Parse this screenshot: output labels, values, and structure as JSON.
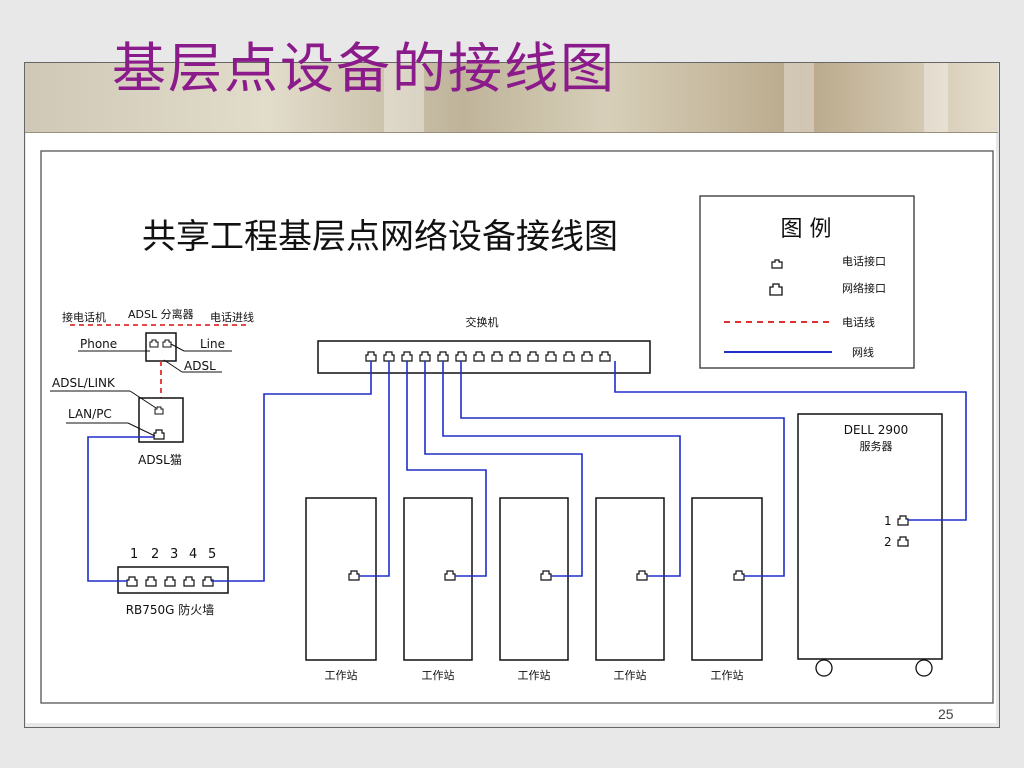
{
  "slide": {
    "title": "基层点设备的接线图",
    "page_number": "25"
  },
  "diagram": {
    "title": "共享工程基层点网络设备接线图",
    "legend": {
      "title": "图    例",
      "phone_port": "电话接口",
      "network_port": "网络接口",
      "phone_line": "电话线",
      "network_line": "网线",
      "colors": {
        "phone_line": "#e03030",
        "network_line": "#1f2fc8"
      }
    },
    "adsl": {
      "left_label": "接电话机",
      "splitter_label": "ADSL 分离器",
      "right_label": "电话进线",
      "phone": "Phone",
      "line": "Line",
      "adsl_port": "ADSL",
      "adsl_link": "ADSL/LINK",
      "lan_pc": "LAN/PC",
      "modem_label": "ADSL猫"
    },
    "router": {
      "port_numbers": [
        "1",
        "2",
        "3",
        "4",
        "5"
      ],
      "label": "RB750G 防火墙"
    },
    "switch": {
      "label": "交换机"
    },
    "server": {
      "line1": "DELL  2900",
      "line2": "服务器",
      "port1": "1",
      "port2": "2"
    },
    "workstations": [
      "工作站",
      "工作站",
      "工作站",
      "工作站",
      "工作站"
    ]
  }
}
